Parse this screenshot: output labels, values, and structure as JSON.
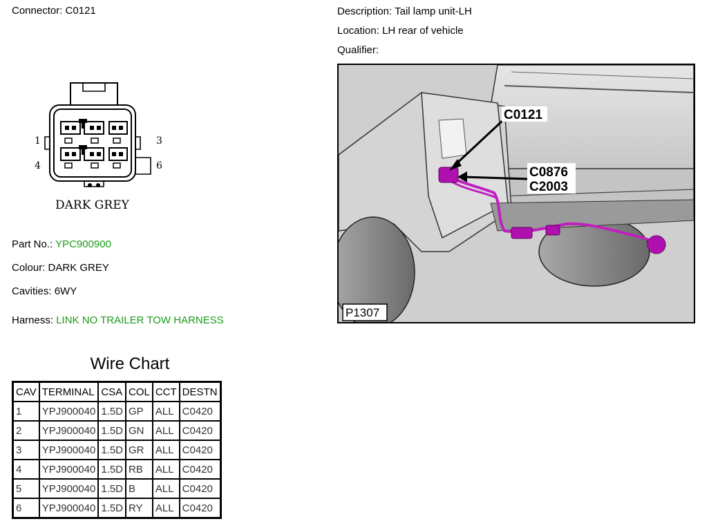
{
  "connector": {
    "label": "Connector:",
    "value": "C0121"
  },
  "description": {
    "label": "Description:",
    "value": "Tail lamp unit-LH"
  },
  "location": {
    "label": "Location:",
    "value": "LH rear of vehicle"
  },
  "qualifier": {
    "label": "Qualifier:",
    "value": ""
  },
  "connector_diagram": {
    "pin_labels": [
      "1",
      "3",
      "4",
      "6"
    ],
    "colour_caption": "DARK GREY"
  },
  "photo": {
    "callouts": [
      "C0121",
      "C0876",
      "C2003"
    ],
    "figure_id": "P1307",
    "harness_color": "#c020c0"
  },
  "part_no": {
    "label": "Part No.:",
    "value": "YPC900900"
  },
  "colour": {
    "label": "Colour:",
    "value": "DARK GREY"
  },
  "cavities": {
    "label": "Cavities:",
    "value": "6WY"
  },
  "harness": {
    "label": "Harness:",
    "value": "LINK NO TRAILER TOW HARNESS"
  },
  "wire_chart": {
    "title": "Wire Chart",
    "headers": [
      "CAV",
      "TERMINAL",
      "CSA",
      "COL",
      "CCT",
      "DESTN"
    ],
    "rows": [
      [
        "1",
        "YPJ900040",
        "1.5D",
        "GP",
        "ALL",
        "C0420"
      ],
      [
        "2",
        "YPJ900040",
        "1.5D",
        "GN",
        "ALL",
        "C0420"
      ],
      [
        "3",
        "YPJ900040",
        "1.5D",
        "GR",
        "ALL",
        "C0420"
      ],
      [
        "4",
        "YPJ900040",
        "1.5D",
        "RB",
        "ALL",
        "C0420"
      ],
      [
        "5",
        "YPJ900040",
        "1.5D",
        "B",
        "ALL",
        "C0420"
      ],
      [
        "6",
        "YPJ900040",
        "1.5D",
        "RY",
        "ALL",
        "C0420"
      ]
    ]
  },
  "colors": {
    "green_text": "#1a9b1a"
  }
}
